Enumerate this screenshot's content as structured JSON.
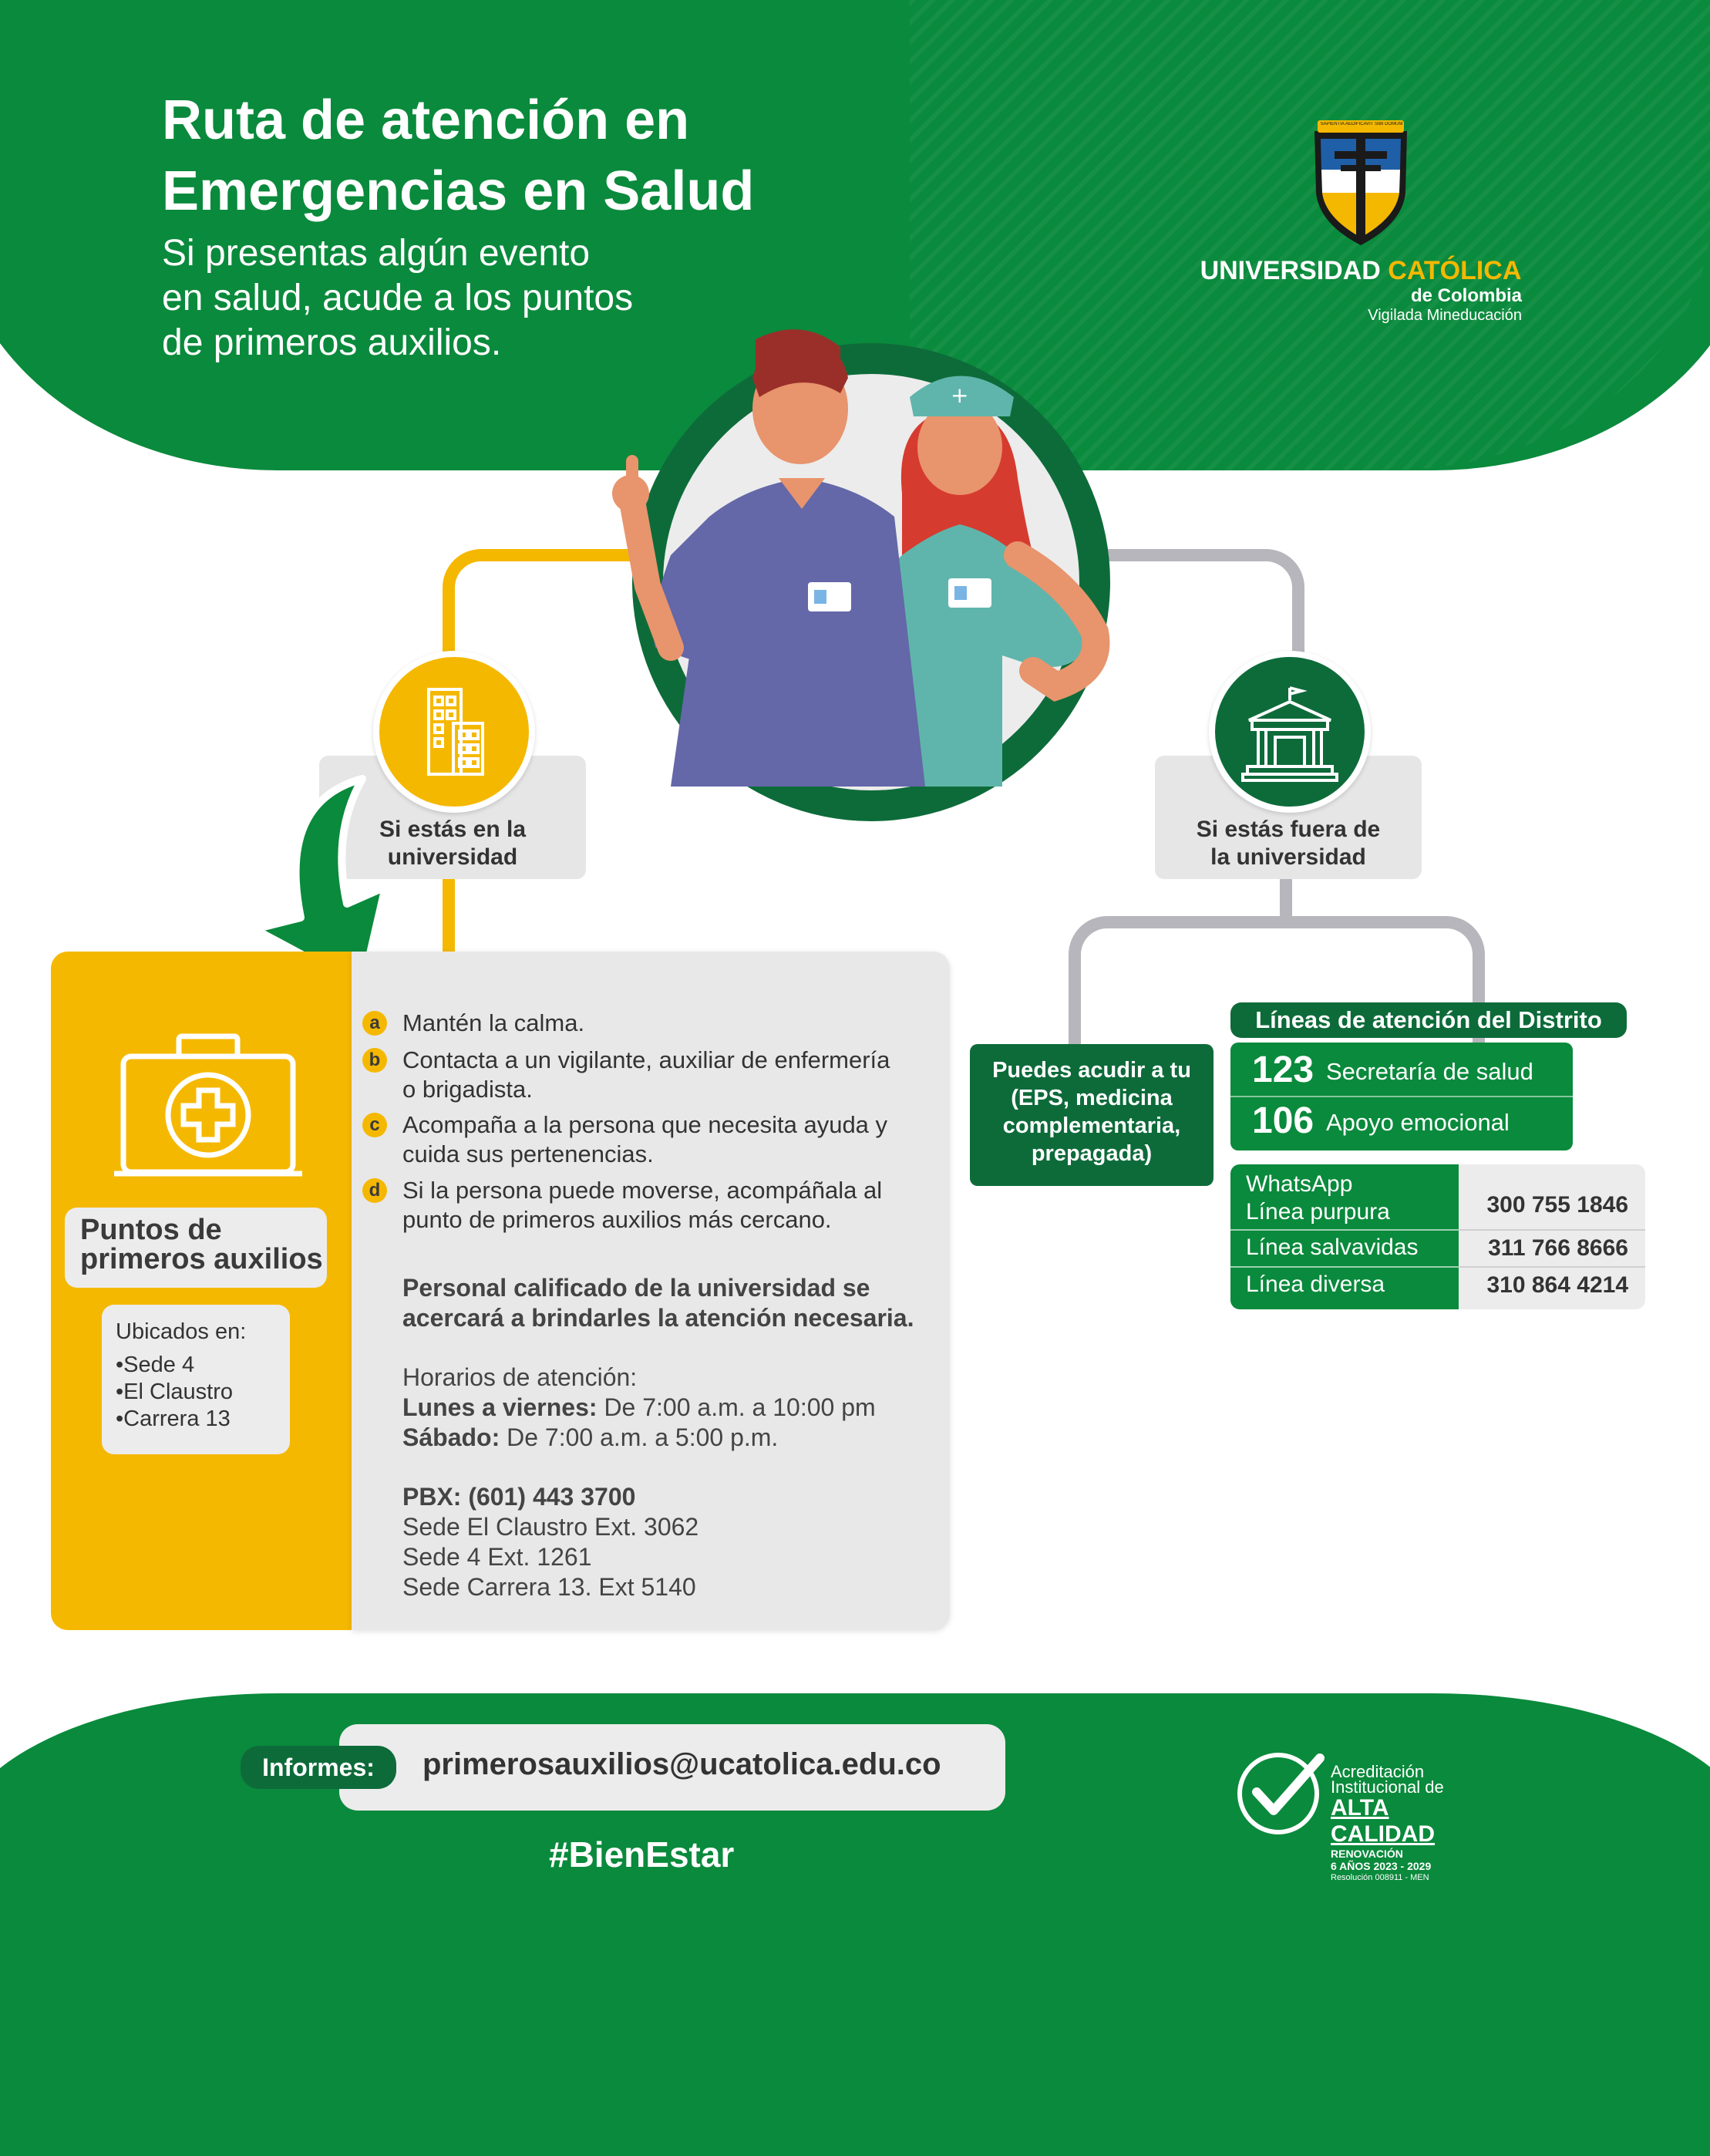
{
  "header": {
    "title_line1": "Ruta de atención en",
    "title_line2": "Emergencias en Salud",
    "subtitle_line1": "Si presentas algún evento",
    "subtitle_line2": "en salud, acude a los puntos",
    "subtitle_line3": "de primeros auxilios."
  },
  "logo": {
    "name_part1": "UNIVERSIDAD ",
    "name_part2": "CATÓLICA",
    "sub1": "de Colombia",
    "sub2": "Vigilada Mineducación",
    "motto": "SAPIENTIA AEDIFICAVIT SIBI DOMUM",
    "colors": {
      "yellow": "#f5b800",
      "blue": "#1f5fa8",
      "black": "#1a1a1a"
    }
  },
  "branches": {
    "inside_label_line1": "Si estás en la",
    "inside_label_line2": "universidad",
    "outside_label_line1": "Si estás fuera de",
    "outside_label_line2": "la universidad"
  },
  "first_aid": {
    "title_line1": "Puntos de",
    "title_line2": "primeros auxilios",
    "located_label": "Ubicados en:",
    "locations": [
      "Sede 4",
      "El Claustro",
      "Carrera 13"
    ]
  },
  "steps": [
    {
      "letter": "a",
      "line1": "Mantén la calma.",
      "line2": ""
    },
    {
      "letter": "b",
      "line1": "Contacta a un vigilante, auxiliar de enfermería",
      "line2": "o brigadista."
    },
    {
      "letter": "c",
      "line1": "Acompaña a la persona que necesita ayuda y",
      "line2": "cuida sus pertenencias."
    },
    {
      "letter": "d",
      "line1": "Si la persona puede moverse, acompáñala al",
      "line2": "punto de primeros auxilios más cercano."
    }
  ],
  "info": {
    "qualified_line1": "Personal calificado de la universidad se",
    "qualified_line2": "acercará a brindarles la atención necesaria.",
    "hours_label": "Horarios de atención:",
    "weekday_label": "Lunes a viernes:",
    "weekday_hours": " De 7:00 a.m. a 10:00 pm",
    "saturday_label": "Sábado:",
    "saturday_hours": " De 7:00 a.m. a 5:00 p.m.",
    "pbx_label": "PBX:",
    "pbx_number": " (601) 443 3700",
    "ext1": "Sede El Claustro Ext. 3062",
    "ext2": "Sede 4 Ext. 1261",
    "ext3": "Sede Carrera 13. Ext 5140"
  },
  "outside": {
    "eps_line1": "Puedes acudir a tu",
    "eps_line2": "(EPS, medicina",
    "eps_line3": "complementaria,",
    "eps_line4": "prepagada)",
    "lines_title": "Líneas de atención del Distrito",
    "short_lines": [
      {
        "number": "123",
        "label": "Secretaría de salud"
      },
      {
        "number": "106",
        "label": "Apoyo emocional"
      }
    ],
    "phone_lines": [
      {
        "label_line1": "WhatsApp",
        "label_line2": "Línea purpura",
        "number": "300 755 1846"
      },
      {
        "label_line1": "Línea salvavidas",
        "label_line2": "",
        "number": "311 766 8666"
      },
      {
        "label_line1": "Línea diversa",
        "label_line2": "",
        "number": "310 864 4214"
      }
    ]
  },
  "footer": {
    "informes_label": "Informes:",
    "email": "primerosauxilios@ucatolica.edu.co",
    "hashtag": "#BienEstar",
    "accred_line1": "Acreditación",
    "accred_line2": "Institucional de",
    "accred_line3": "ALTA CALIDAD",
    "accred_line4": "RENOVACIÓN",
    "accred_line5": "6 AÑOS 2023 - 2029",
    "accred_line6": "Resolución 008911 - MEN"
  },
  "colors": {
    "green": "#0a8a3c",
    "dark_green": "#0d6b3a",
    "yellow": "#f5b800",
    "grey_panel": "#e8e8e8",
    "connector_grey": "#b6b6bc"
  }
}
